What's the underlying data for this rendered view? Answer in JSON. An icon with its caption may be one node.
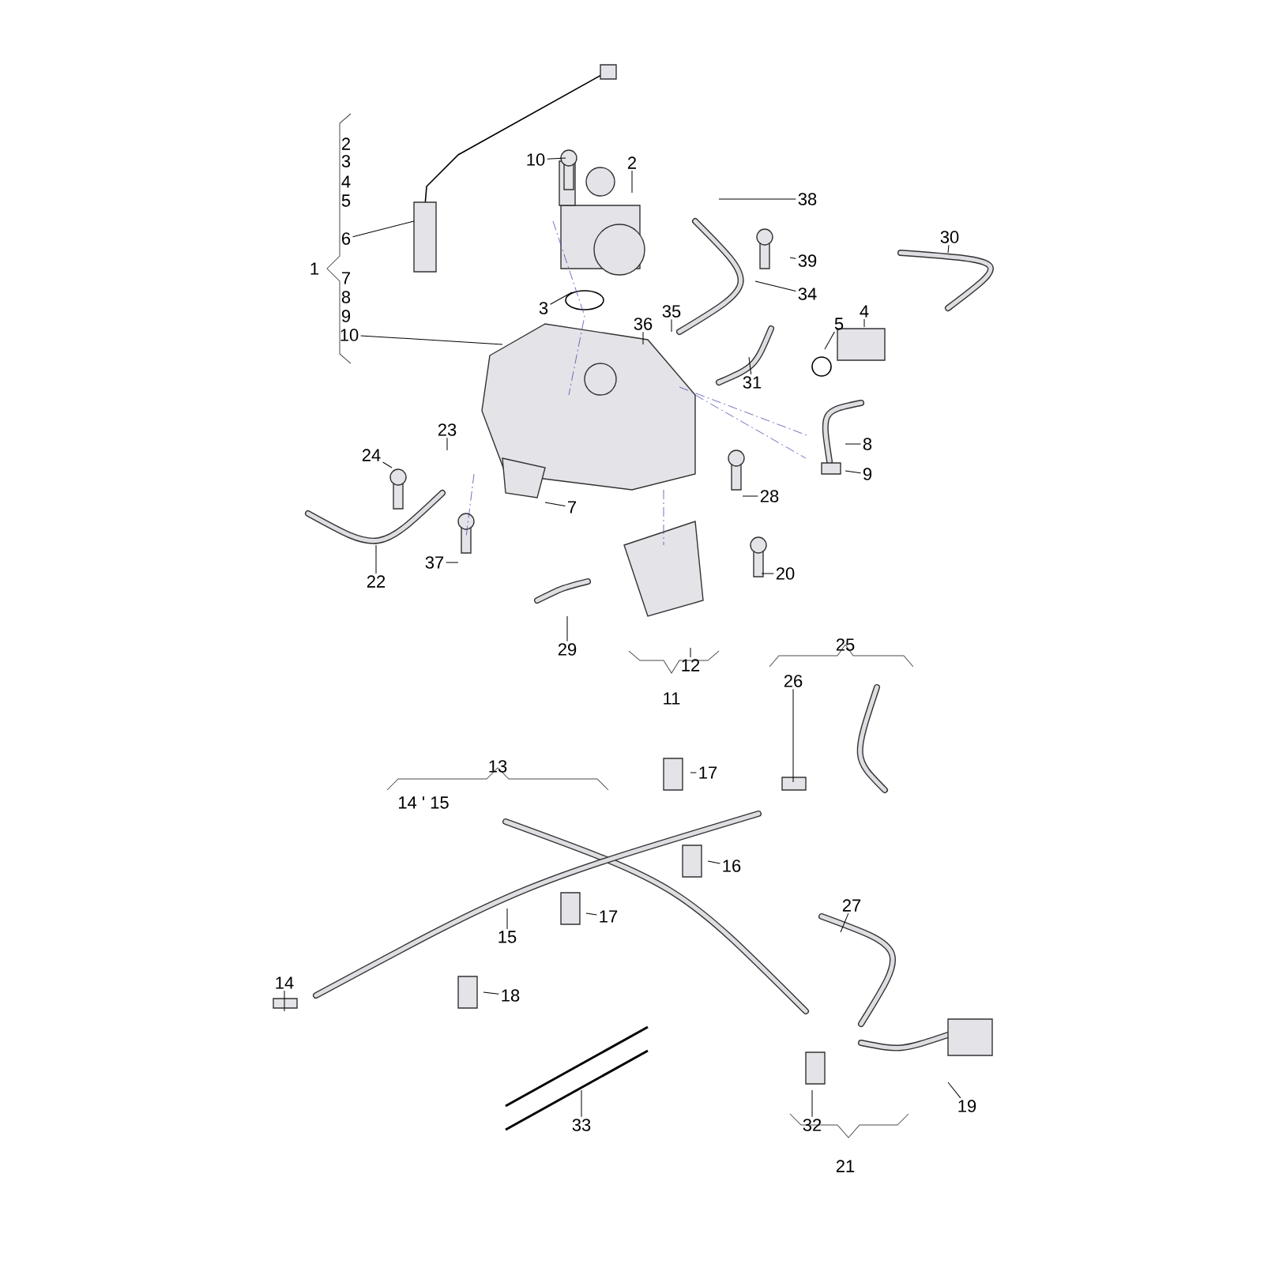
{
  "diagram": {
    "nodes": [
      {
        "text": [
          "10"
        ]
      },
      {
        "text": [
          "2"
        ]
      },
      {
        "text": [
          "6"
        ]
      },
      {
        "text": [
          "10"
        ]
      },
      {
        "text": [
          "38"
        ]
      },
      {
        "text": [
          "30"
        ]
      },
      {
        "text": [
          "39"
        ]
      },
      {
        "text": [
          "34"
        ]
      },
      {
        "text": [
          "3"
        ]
      },
      {
        "text": [
          "35"
        ]
      },
      {
        "text": [
          "36"
        ]
      },
      {
        "text": [
          "4"
        ]
      },
      {
        "text": [
          "5"
        ]
      },
      {
        "text": [
          "31"
        ]
      },
      {
        "text": [
          "23"
        ]
      },
      {
        "text": [
          "24"
        ]
      },
      {
        "text": [
          "8"
        ]
      },
      {
        "text": [
          "9"
        ]
      },
      {
        "text": [
          "28"
        ]
      },
      {
        "text": [
          "7"
        ]
      },
      {
        "text": [
          "37"
        ]
      },
      {
        "text": [
          "22"
        ]
      },
      {
        "text": [
          "20"
        ]
      },
      {
        "text": [
          "29"
        ]
      },
      {
        "text": [
          "12"
        ]
      },
      {
        "text": [
          "26"
        ]
      },
      {
        "text": [
          "17"
        ]
      },
      {
        "text": [
          "16"
        ]
      },
      {
        "text": [
          "27"
        ]
      },
      {
        "text": [
          "17"
        ]
      },
      {
        "text": [
          "15"
        ]
      },
      {
        "text": [
          "14"
        ]
      },
      {
        "text": [
          "18"
        ]
      },
      {
        "text": [
          "19"
        ]
      },
      {
        "text": [
          "33"
        ]
      },
      {
        "text": [
          "32"
        ]
      }
    ],
    "edges": [
      {
        "from": 0,
        "to": null,
        "arrow": "none"
      },
      {
        "from": 1,
        "to": null,
        "arrow": "none"
      },
      {
        "from": 2,
        "to": null,
        "arrow": "none"
      },
      {
        "from": 3,
        "to": null,
        "arrow": "none"
      },
      {
        "from": 4,
        "to": null,
        "arrow": "none"
      },
      {
        "from": 5,
        "to": null,
        "arrow": "none"
      },
      {
        "from": 6,
        "to": null,
        "arrow": "none"
      },
      {
        "from": 7,
        "to": null,
        "arrow": "none"
      },
      {
        "from": 8,
        "to": null,
        "arrow": "none"
      },
      {
        "from": 9,
        "to": null,
        "arrow": "none"
      },
      {
        "from": 10,
        "to": null,
        "arrow": "none"
      },
      {
        "from": 11,
        "to": null,
        "arrow": "none"
      },
      {
        "from": 12,
        "to": null,
        "arrow": "none"
      },
      {
        "from": 13,
        "to": null,
        "arrow": "none"
      },
      {
        "from": 14,
        "to": null,
        "arrow": "none"
      },
      {
        "from": 15,
        "to": null,
        "arrow": "none"
      },
      {
        "from": 16,
        "to": null,
        "arrow": "none"
      },
      {
        "from": 17,
        "to": null,
        "arrow": "none"
      },
      {
        "from": 18,
        "to": null,
        "arrow": "none"
      },
      {
        "from": 19,
        "to": null,
        "arrow": "none"
      },
      {
        "from": 20,
        "to": null,
        "arrow": "none"
      },
      {
        "from": 21,
        "to": null,
        "arrow": "none"
      },
      {
        "from": 22,
        "to": null,
        "arrow": "none"
      },
      {
        "from": 23,
        "to": null,
        "arrow": "none"
      },
      {
        "from": 24,
        "to": null,
        "arrow": "none"
      },
      {
        "from": 25,
        "to": null,
        "arrow": "none"
      },
      {
        "from": 26,
        "to": null,
        "arrow": "none"
      },
      {
        "from": 27,
        "to": null,
        "arrow": "none"
      },
      {
        "from": 28,
        "to": null,
        "arrow": "none"
      },
      {
        "from": 29,
        "to": null,
        "arrow": "none"
      },
      {
        "from": 30,
        "to": null,
        "arrow": "none"
      },
      {
        "from": 31,
        "to": null,
        "arrow": "none"
      },
      {
        "from": 32,
        "to": null,
        "arrow": "none"
      },
      {
        "from": 33,
        "to": null,
        "arrow": "none"
      },
      {
        "from": 34,
        "to": null,
        "arrow": "none"
      },
      {
        "from": 35,
        "to": null,
        "arrow": "none"
      }
    ],
    "labels": [
      "2",
      "3",
      "4",
      "5",
      "1",
      "7",
      "8",
      "9",
      "11",
      "25",
      "13",
      "14 ' 15",
      "21"
    ]
  }
}
